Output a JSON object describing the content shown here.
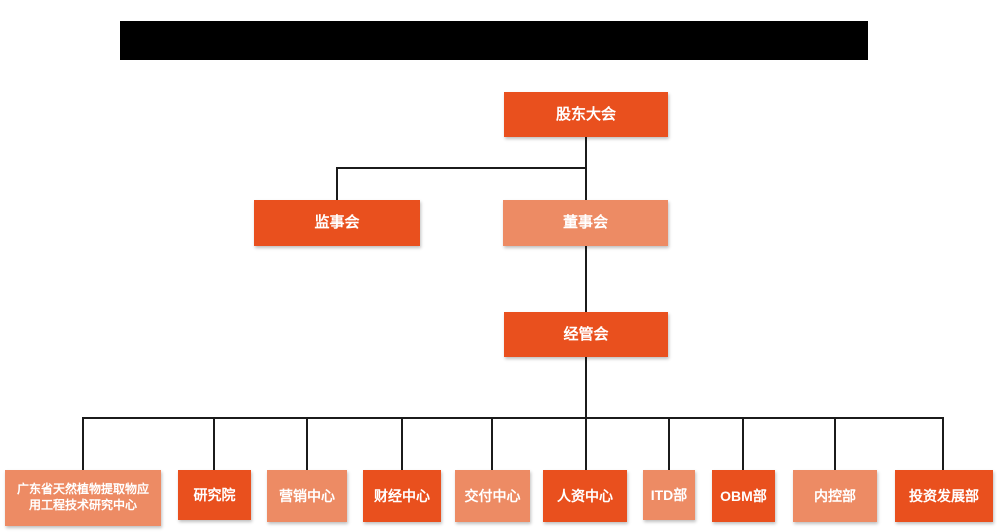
{
  "colors": {
    "primary": "#E9501E",
    "secondary": "#ED8B64",
    "connector": "#1B1B1B",
    "node_text": "#FFFFFF",
    "redacted_bar": "#000000"
  },
  "chart": {
    "root": {
      "label": "股东大会"
    },
    "level2": [
      {
        "label": "监事会"
      },
      {
        "label": "董事会"
      }
    ],
    "level3": {
      "label": "经管会"
    },
    "departments": [
      {
        "label": "广东省天然植物提取物应用工程技术研究中心",
        "line1": "广东省天然植物提取物应",
        "line2": "用工程技术研究中心"
      },
      {
        "label": "研究院"
      },
      {
        "label": "营销中心"
      },
      {
        "label": "财经中心"
      },
      {
        "label": "交付中心"
      },
      {
        "label": "人资中心"
      },
      {
        "label": "ITD部"
      },
      {
        "label": "OBM部"
      },
      {
        "label": "内控部"
      },
      {
        "label": "投资发展部"
      }
    ]
  }
}
